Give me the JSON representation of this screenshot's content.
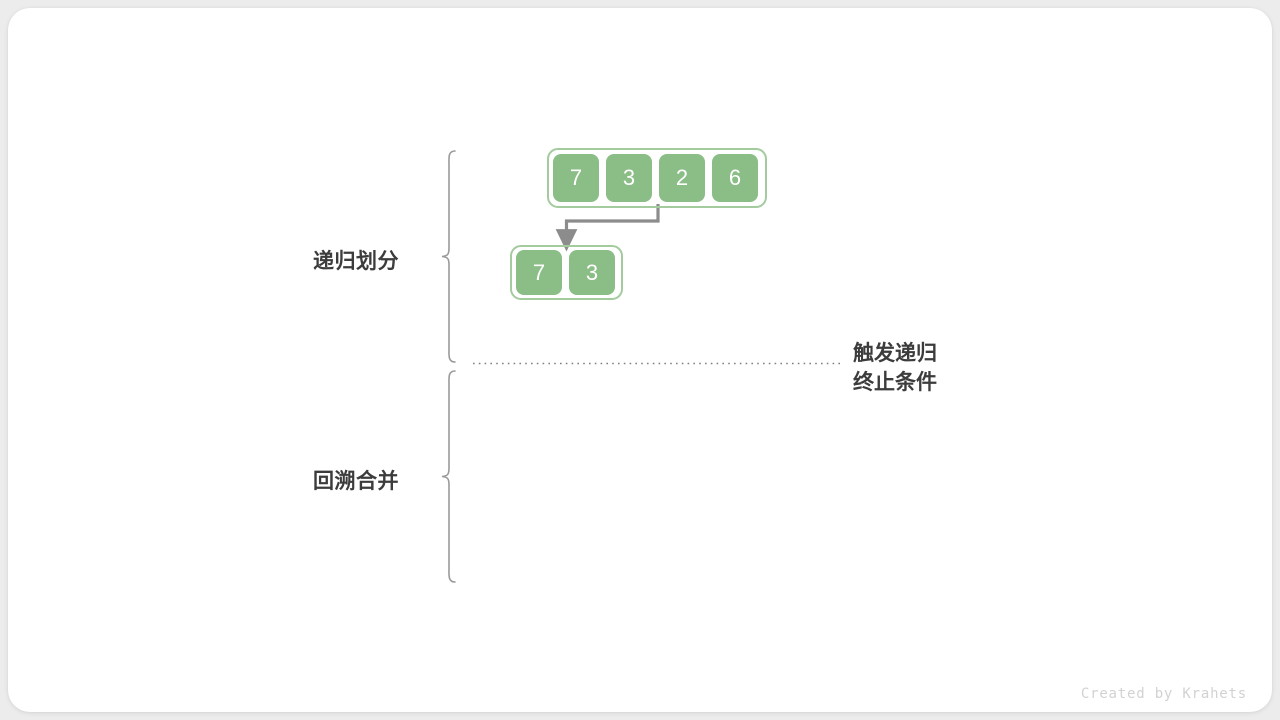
{
  "canvas": {
    "background": "#ececec",
    "card_background": "#ffffff"
  },
  "colors": {
    "cell_fill": "#8bbd86",
    "cell_border": "#a3cb9e",
    "cell_text": "#ffffff",
    "label_text": "#3c3c3c",
    "arrow": "#8c8c8c",
    "brace": "#9a9a9a",
    "dotted_line": "#808080",
    "footer_text": "#d2d2d2"
  },
  "phases": [
    {
      "id": "divide",
      "label": "递归划分"
    },
    {
      "id": "merge",
      "label": "回溯合并"
    }
  ],
  "annotations": {
    "terminate_line_1": "触发递归",
    "terminate_line_2": "终止条件"
  },
  "arrays": [
    {
      "id": "root-array",
      "level": 0,
      "values": [
        "7",
        "3",
        "2",
        "6"
      ]
    },
    {
      "id": "left-subarray",
      "level": 1,
      "values": [
        "7",
        "3"
      ]
    }
  ],
  "connector": {
    "id": "recursion-arrow",
    "from": "root-array",
    "to": "left-subarray",
    "style": "elbow-arrow"
  },
  "footer": {
    "credit": "Created by Krahets"
  }
}
